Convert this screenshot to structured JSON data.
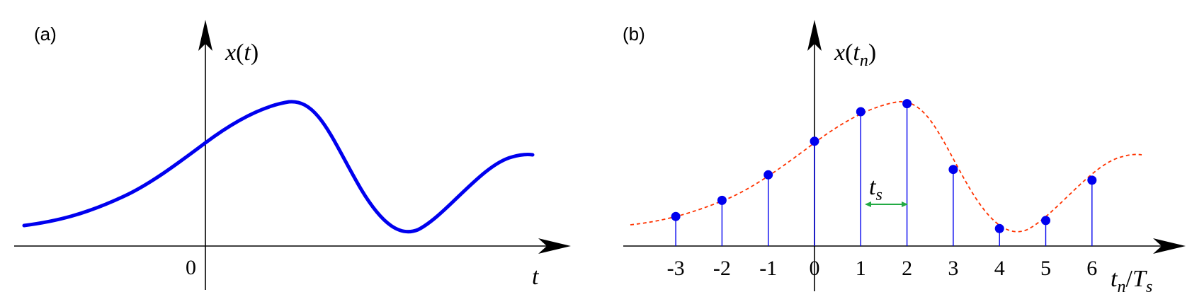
{
  "panel_a": {
    "label": "(a)",
    "y_var": "x",
    "y_arg": "t",
    "x_axis_label": "t",
    "origin_label": "0",
    "curve_color": "#0000ee"
  },
  "panel_b": {
    "label": "(b)",
    "y_var": "x",
    "y_arg": "t",
    "y_arg_sub": "n",
    "x_axis_label_t": "t",
    "x_axis_label_n": "n",
    "x_axis_label_T": "T",
    "x_axis_label_s": "s",
    "interval_label_t": "t",
    "interval_label_s": "s",
    "tick_labels": [
      "-3",
      "-2",
      "-1",
      "0",
      "1",
      "2",
      "3",
      "4",
      "5",
      "6"
    ],
    "sample_color": "#0000ee",
    "envelope_color": "#ff3300",
    "interval_arrow_color": "#22aa44"
  },
  "chart_data": {
    "type": "scatter",
    "x": [
      -3,
      -2,
      -1,
      0,
      1,
      2,
      3,
      4,
      5,
      6
    ],
    "values": [
      0.22,
      0.34,
      0.53,
      0.78,
      1.0,
      1.06,
      0.57,
      0.13,
      0.19,
      0.49
    ]
  }
}
